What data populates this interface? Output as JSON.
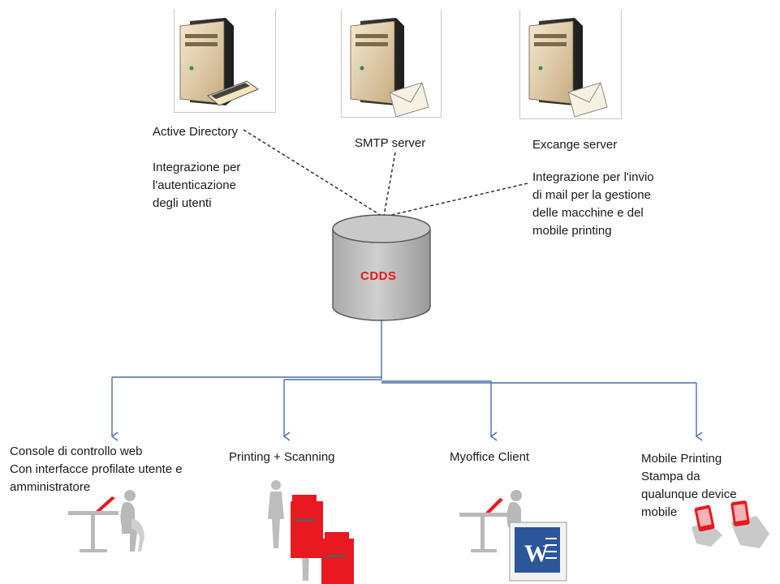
{
  "servers": [
    {
      "id": "active-directory",
      "icon": "server-keyboard-icon",
      "name": "Active Directory",
      "description": [
        "Integrazione per",
        "l'autenticazione",
        "degli utenti"
      ]
    },
    {
      "id": "smtp",
      "icon": "server-mail-icon",
      "name": "SMTP server"
    },
    {
      "id": "exchange",
      "icon": "server-mail-icon",
      "name": "Excange server",
      "description": [
        "Integrazione per l'invio",
        "di mail per la gestione",
        "delle macchine e del",
        "mobile printing"
      ]
    }
  ],
  "database": {
    "label": "CDDS",
    "label_color": "#e8191f",
    "fill": "#c2c2c2"
  },
  "clients": [
    {
      "id": "web-console",
      "icon": "person-at-laptop-icon",
      "text": [
        "Console di controllo web",
        "Con interfacce profilate utente e",
        "amministratore"
      ]
    },
    {
      "id": "printing-scanning",
      "icon": "people-with-printers-icon",
      "text": [
        "Printing + Scanning"
      ]
    },
    {
      "id": "myoffice-client",
      "icon": "word-document-icon",
      "text": [
        "Myoffice Client"
      ]
    },
    {
      "id": "mobile-printing",
      "icon": "hands-with-phones-icon",
      "text": [
        "Mobile Printing",
        "Stampa da",
        "qualunque device",
        "mobile"
      ]
    }
  ],
  "colors": {
    "connector": "#4a6fa5",
    "dashed": "#222222",
    "accent_red": "#e8191f"
  }
}
